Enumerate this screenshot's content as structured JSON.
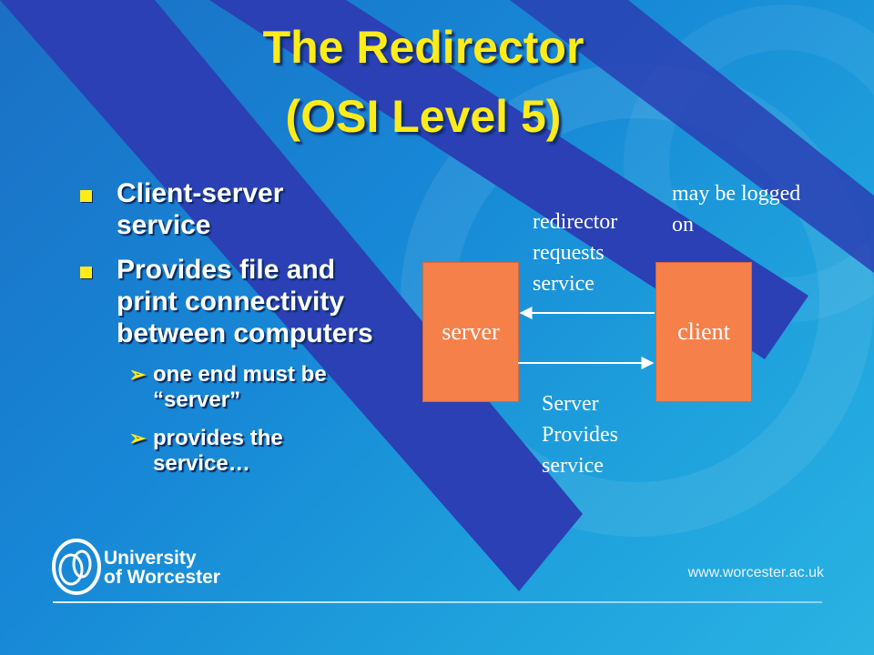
{
  "slide": {
    "title_line1": "The Redirector",
    "title_line2": "(OSI Level 5)",
    "bullets": [
      {
        "text": "Client-server service"
      },
      {
        "text": "Provides file and print connectivity between computers"
      }
    ],
    "sub_bullets": [
      {
        "text": "one end must be “server”"
      },
      {
        "text": "provides the service…"
      }
    ]
  },
  "diagram": {
    "server_label": "server",
    "client_label": "client",
    "may_be_logged_on": "may be logged on",
    "redirector_requests": "redirector requests service",
    "server_provides": "Server Provides service"
  },
  "footer": {
    "logo_line1": "University",
    "logo_line2": "of Worcester",
    "website": "www.worcester.ac.uk"
  },
  "colors": {
    "title": "#ffeb1a",
    "box_fill": "#f6804a",
    "background": "#1787d6",
    "stripe": "#2a40b4"
  }
}
